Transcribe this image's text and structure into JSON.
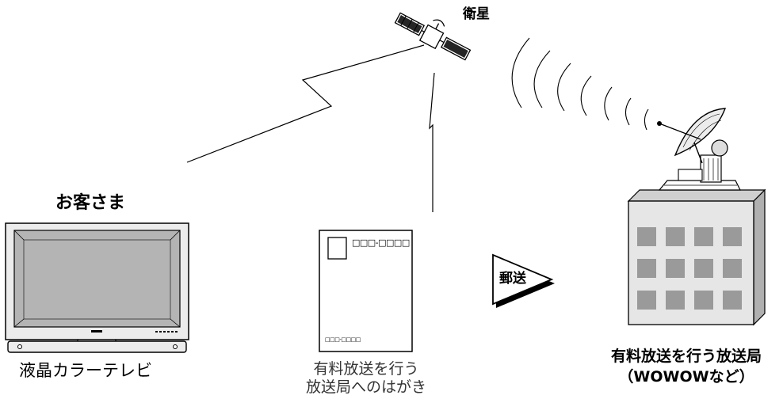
{
  "labels": {
    "satellite": "衛星",
    "customer": "お客さま",
    "tv": "液晶カラーテレビ",
    "postcard_line1": "有料放送を行う",
    "postcard_line2": "放送局へのはがき",
    "mail": "郵送",
    "broadcaster_line1": "有料放送を行う放送局",
    "broadcaster_line2": "（WOWOWなど）"
  },
  "postcard": {
    "postal_code": "□□□-□□□□",
    "address": "□□□-□□□□"
  },
  "colors": {
    "line": "#000000",
    "screen": "#b4b4b4",
    "bezel": "#ececec",
    "building_face": "#e6e6e6",
    "building_side": "#b0b0b0",
    "window": "#9a9a9a"
  }
}
